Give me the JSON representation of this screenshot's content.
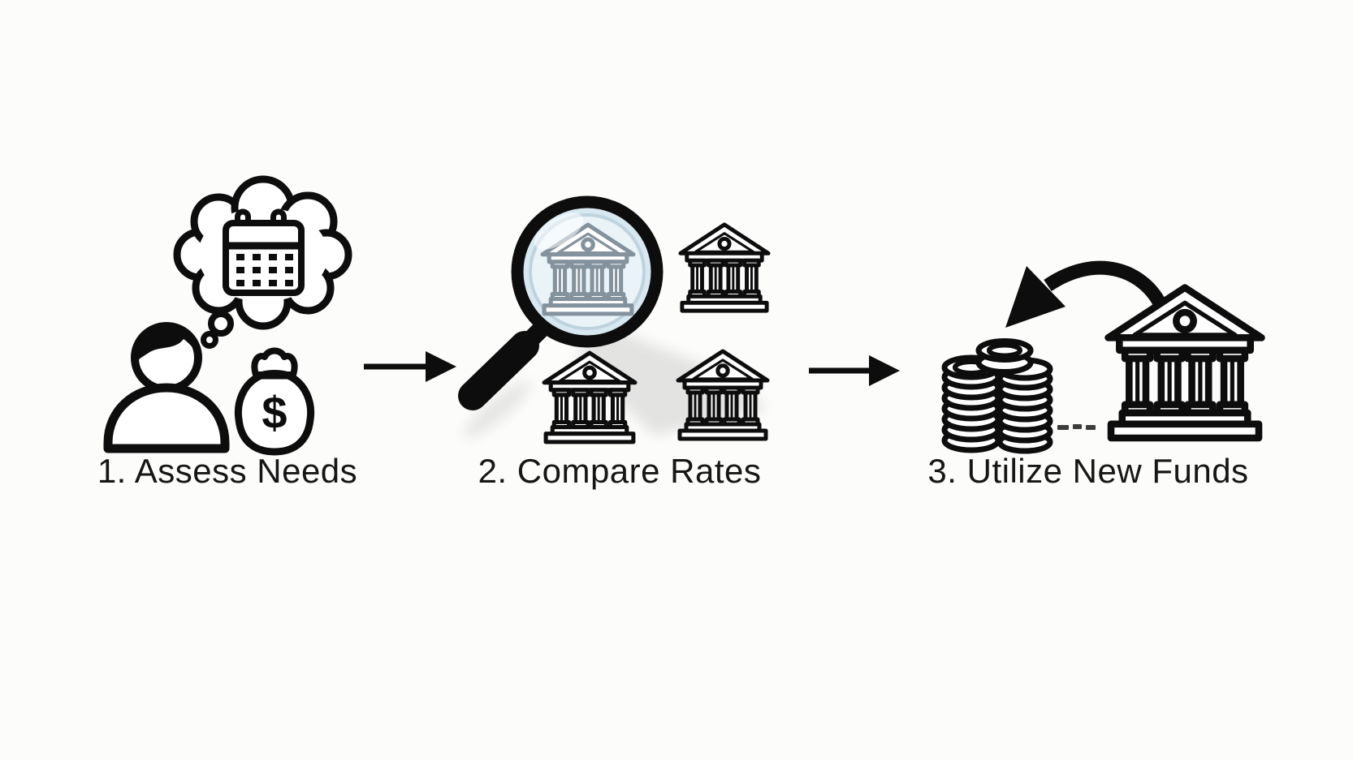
{
  "money_symbol": "$",
  "steps": [
    {
      "label": "1. Assess Needs",
      "icons": [
        "person-icon",
        "thought-bubble-icon",
        "calendar-icon",
        "money-bag-icon",
        "dollar-sign"
      ]
    },
    {
      "label": "2. Compare Rates",
      "icons": [
        "magnifier-icon",
        "lens-bank-icon",
        "bank-icon",
        "bank-icon",
        "bank-icon"
      ]
    },
    {
      "label": "3. Utilize New Funds",
      "icons": [
        "coin-stacks-icon",
        "curved-arrow-icon",
        "dashed-line-icon",
        "bank-icon"
      ]
    }
  ],
  "connectors": [
    {
      "type": "arrow-right"
    },
    {
      "type": "arrow-right"
    }
  ],
  "colors": {
    "ink": "#0d0d0d",
    "lens_fill": "#d7e8f1",
    "lens_inner": "#e9f3f8",
    "lens_bank": "#84929e",
    "shadow": "#c9c9c9",
    "text": "#161616",
    "bg": "#fcfcfb"
  }
}
